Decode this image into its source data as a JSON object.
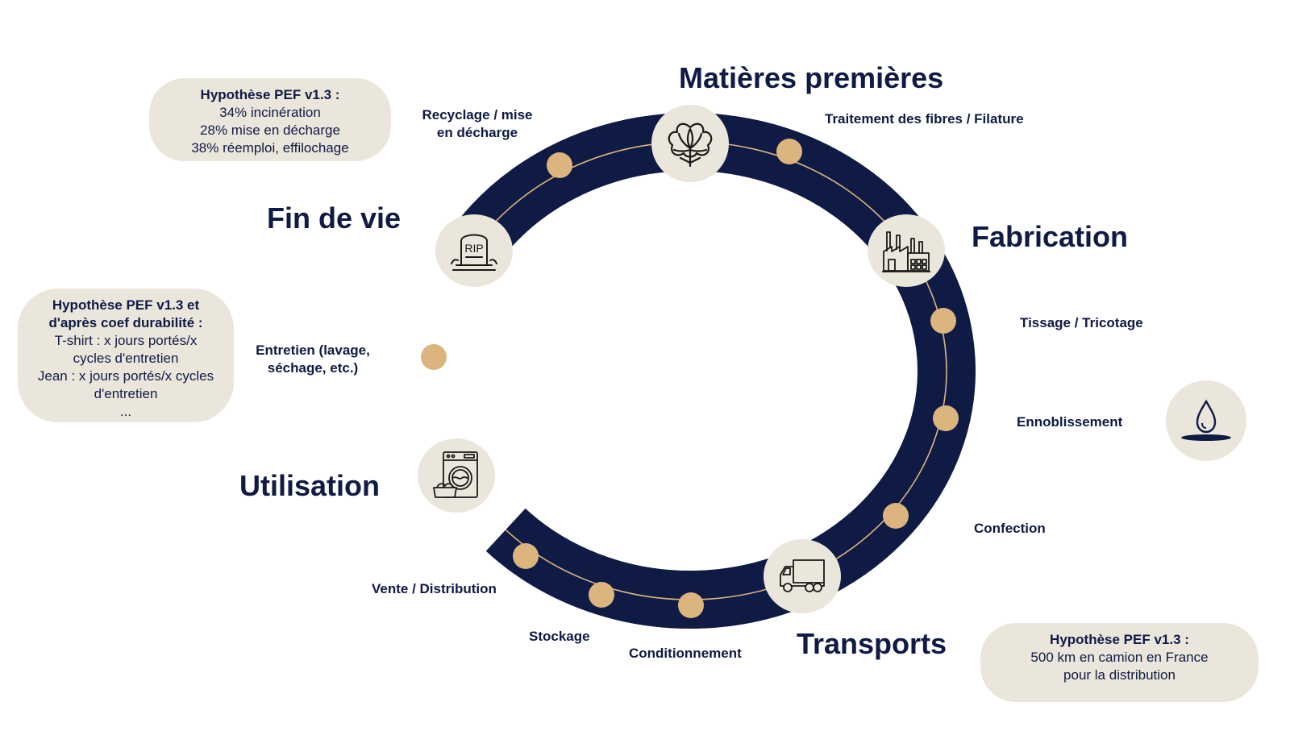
{
  "colors": {
    "ring": "#0f1a45",
    "dot": "#dcb57e",
    "note_bg": "#ebe6dc",
    "text": "#0f1a45"
  },
  "stages": {
    "matieres": "Matières premières",
    "fabrication": "Fabrication",
    "transports": "Transports",
    "utilisation": "Utilisation",
    "fin_de_vie": "Fin de vie"
  },
  "steps": {
    "traitement": "Traitement des fibres / Filature",
    "tissage": "Tissage / Tricotage",
    "ennoblissement": "Ennoblissement",
    "confection": "Confection",
    "conditionnement": "Conditionnement",
    "stockage": "Stockage",
    "vente": "Vente / Distribution",
    "entretien_1": "Entretien (lavage,",
    "entretien_2": "séchage, etc.)",
    "recyclage_1": "Recyclage / mise",
    "recyclage_2": "en décharge"
  },
  "notes": {
    "fin_de_vie": {
      "title": "Hypothèse PEF v1.3 :",
      "lines": [
        "34% incinération",
        "28% mise en décharge",
        "38% réemploi, effilochage"
      ]
    },
    "utilisation": {
      "title_1": "Hypothèse PEF v1.3 et",
      "title_2": "d'après coef durabilité :",
      "lines": [
        "T-shirt : x jours portés/x",
        "cycles d'entretien",
        "Jean : x jours portés/x cycles",
        "d'entretien",
        "..."
      ]
    },
    "transports": {
      "title": "Hypothèse PEF v1.3 :",
      "lines": [
        "500 km en camion en France",
        "pour la distribution"
      ]
    }
  },
  "icons": {
    "cotton": "cotton-flower-icon",
    "factory": "factory-icon",
    "drop": "water-drop-icon",
    "truck": "truck-icon",
    "washing": "washing-machine-icon",
    "tombstone": "tombstone-icon",
    "tombstone_text": "RIP"
  }
}
